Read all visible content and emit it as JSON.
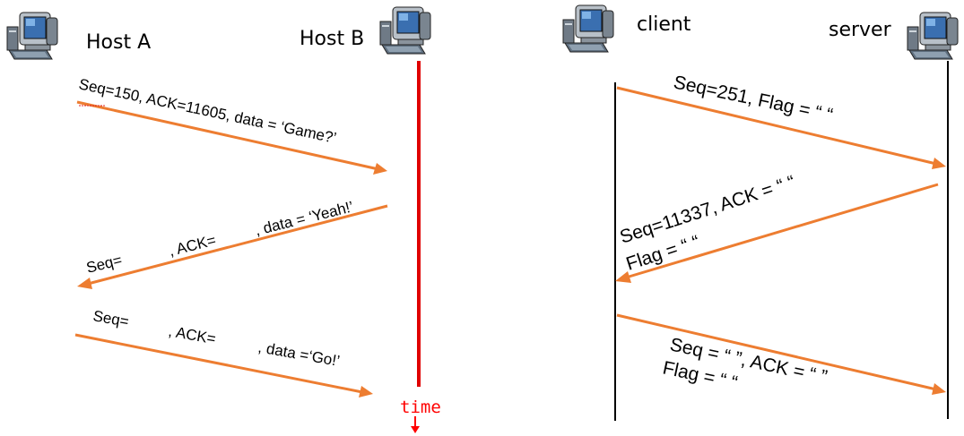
{
  "colors": {
    "arrow": "#ed7d31",
    "timeline_left": "#e00000",
    "timeline_right": "#000000",
    "time_label": "#ff0000"
  },
  "left": {
    "host_a": "Host A",
    "host_b": "Host B",
    "time_label": "time",
    "msg1": "Seq=150, ACK=11605, data = ‘Game?’",
    "msg2_seq": "Seq=",
    "msg2_ack": ", ACK=",
    "msg2_data": ", data = ‘Yeah!’",
    "msg3_seq": "Seq=",
    "msg3_ack": ", ACK=",
    "msg3_data": ", data =‘Go!’"
  },
  "right": {
    "client": "client",
    "server": "server",
    "msg1": "Seq=251, Flag = “   “",
    "msg2_line1": "Seq=11337, ACK = “  “",
    "msg2_line2": "Flag = “  “",
    "msg3_line1": "Seq = “    ”, ACK = “    ”",
    "msg3_line2": "Flag = “    “"
  },
  "icons": [
    "computer-icon",
    "computer-icon",
    "computer-icon",
    "computer-icon"
  ]
}
